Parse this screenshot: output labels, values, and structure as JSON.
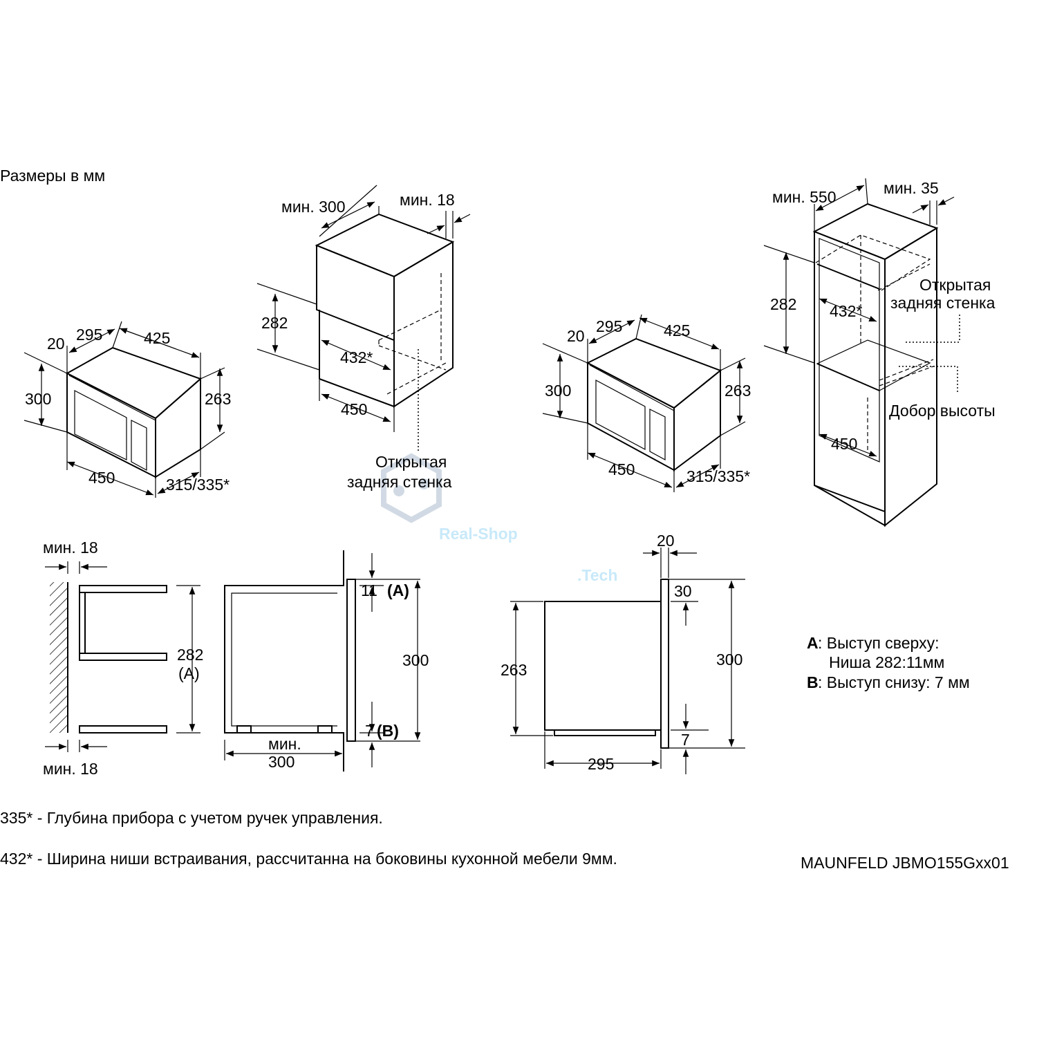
{
  "header": {
    "title": "Размеры в мм"
  },
  "diagrams": {
    "front_left": {
      "w295": "295",
      "w425": "425",
      "d20": "20",
      "h300": "300",
      "h263": "263",
      "w450": "450",
      "depth": "315/335*"
    },
    "niche_top": {
      "min300": "мин. 300",
      "min18": "мин. 18",
      "h282": "282",
      "w432": "432*",
      "w450": "450",
      "rear_l1": "Открытая",
      "rear_l2": "задняя стенка"
    },
    "front_right": {
      "w295": "295",
      "w425": "425",
      "d20": "20",
      "h300": "300",
      "h263": "263",
      "w450": "450",
      "depth": "315/335*"
    },
    "tall_cabinet": {
      "min550": "мин. 550",
      "min35": "мин. 35",
      "h282": "282",
      "w432": "432*",
      "w450": "450",
      "rear_l1": "Открытая",
      "rear_l2": "задняя стенка",
      "height_add": "Добор высоты"
    },
    "side_section": {
      "min18_top": "мин. 18",
      "min18_bottom": "мин. 18",
      "h282": "282",
      "a_label": "(A)",
      "a_paren_label": "(A)",
      "b_paren_label": "(B)",
      "v11": "11",
      "v7": "7",
      "h300": "300",
      "min_label": "мин.",
      "min300": "300"
    },
    "side_view": {
      "v20": "20",
      "v30": "30",
      "h263": "263",
      "h300": "300",
      "v7": "7",
      "w295": "295"
    }
  },
  "legend": {
    "a_key": "A",
    "a_text": ": Выступ сверху:",
    "a_sub": "Ниша 282:11мм",
    "b_key": "B",
    "b_text": ": Выступ снизу: 7 мм"
  },
  "footnotes": {
    "note1": "335* - Глубина прибора с учетом ручек управления.",
    "note2": "432* - Ширина ниши встраивания, рассчитанна на боковины кухонной мебели 9мм."
  },
  "model": "MAUNFELD JBMO155Gxx01",
  "watermark": {
    "line1": "Real-Shop",
    "line2": ".Tech"
  }
}
